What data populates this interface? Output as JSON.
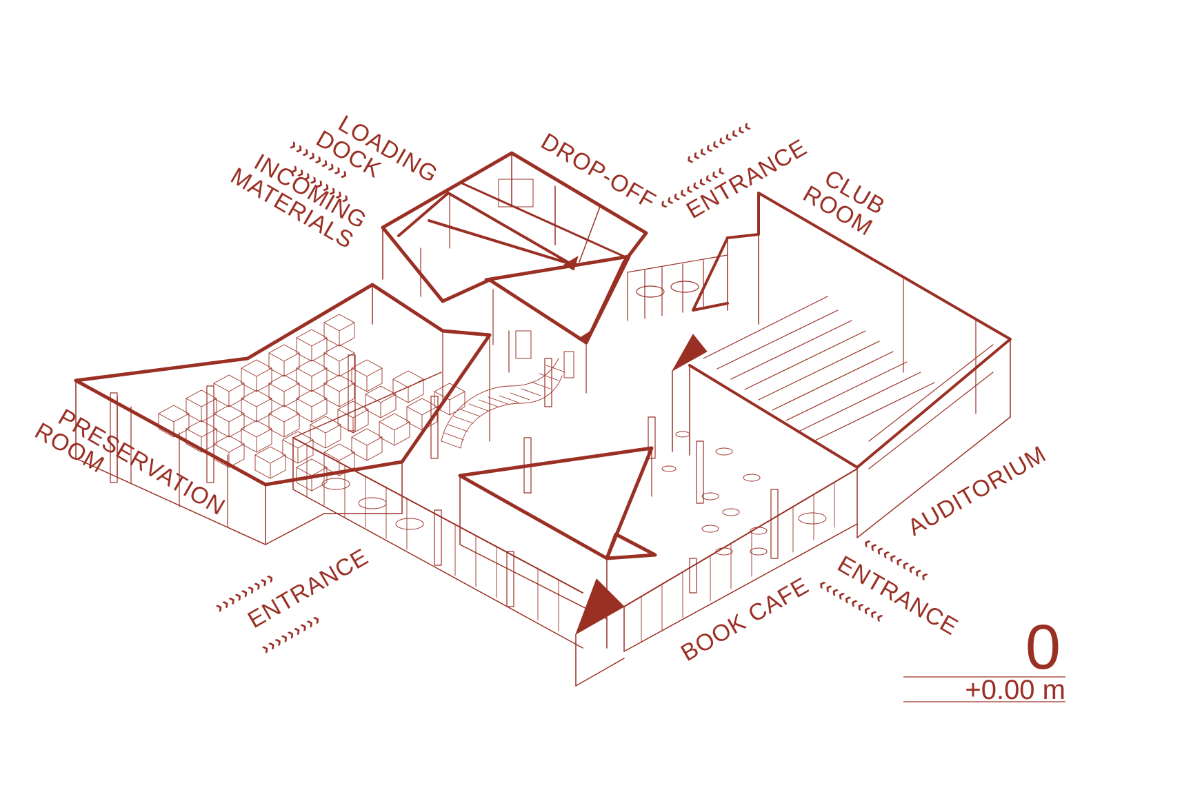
{
  "colors": {
    "line": "#9a2f24",
    "fill": "#9a2f24",
    "bg": "#ffffff"
  },
  "labels": {
    "loading_dock": [
      "LOADING",
      "DOCK"
    ],
    "incoming_materials": [
      "INCOMING",
      "MATERIALS"
    ],
    "drop_off": "DROP-OFF",
    "entrance_north": "ENTRANCE",
    "club_room": [
      "CLUB",
      "ROOM"
    ],
    "preservation_room": [
      "PRESERVATION",
      "ROOM"
    ],
    "auditorium": "AUDITORIUM",
    "entrance_southwest": "ENTRANCE",
    "entrance_southeast": "ENTRANCE",
    "book_cafe": "BOOK CAFE"
  },
  "arrows": {
    "inbound": "›››››››››",
    "outbound": "‹‹‹‹‹‹‹‹‹‹"
  },
  "level": {
    "number": "0",
    "elevation": "+0.00 m"
  }
}
